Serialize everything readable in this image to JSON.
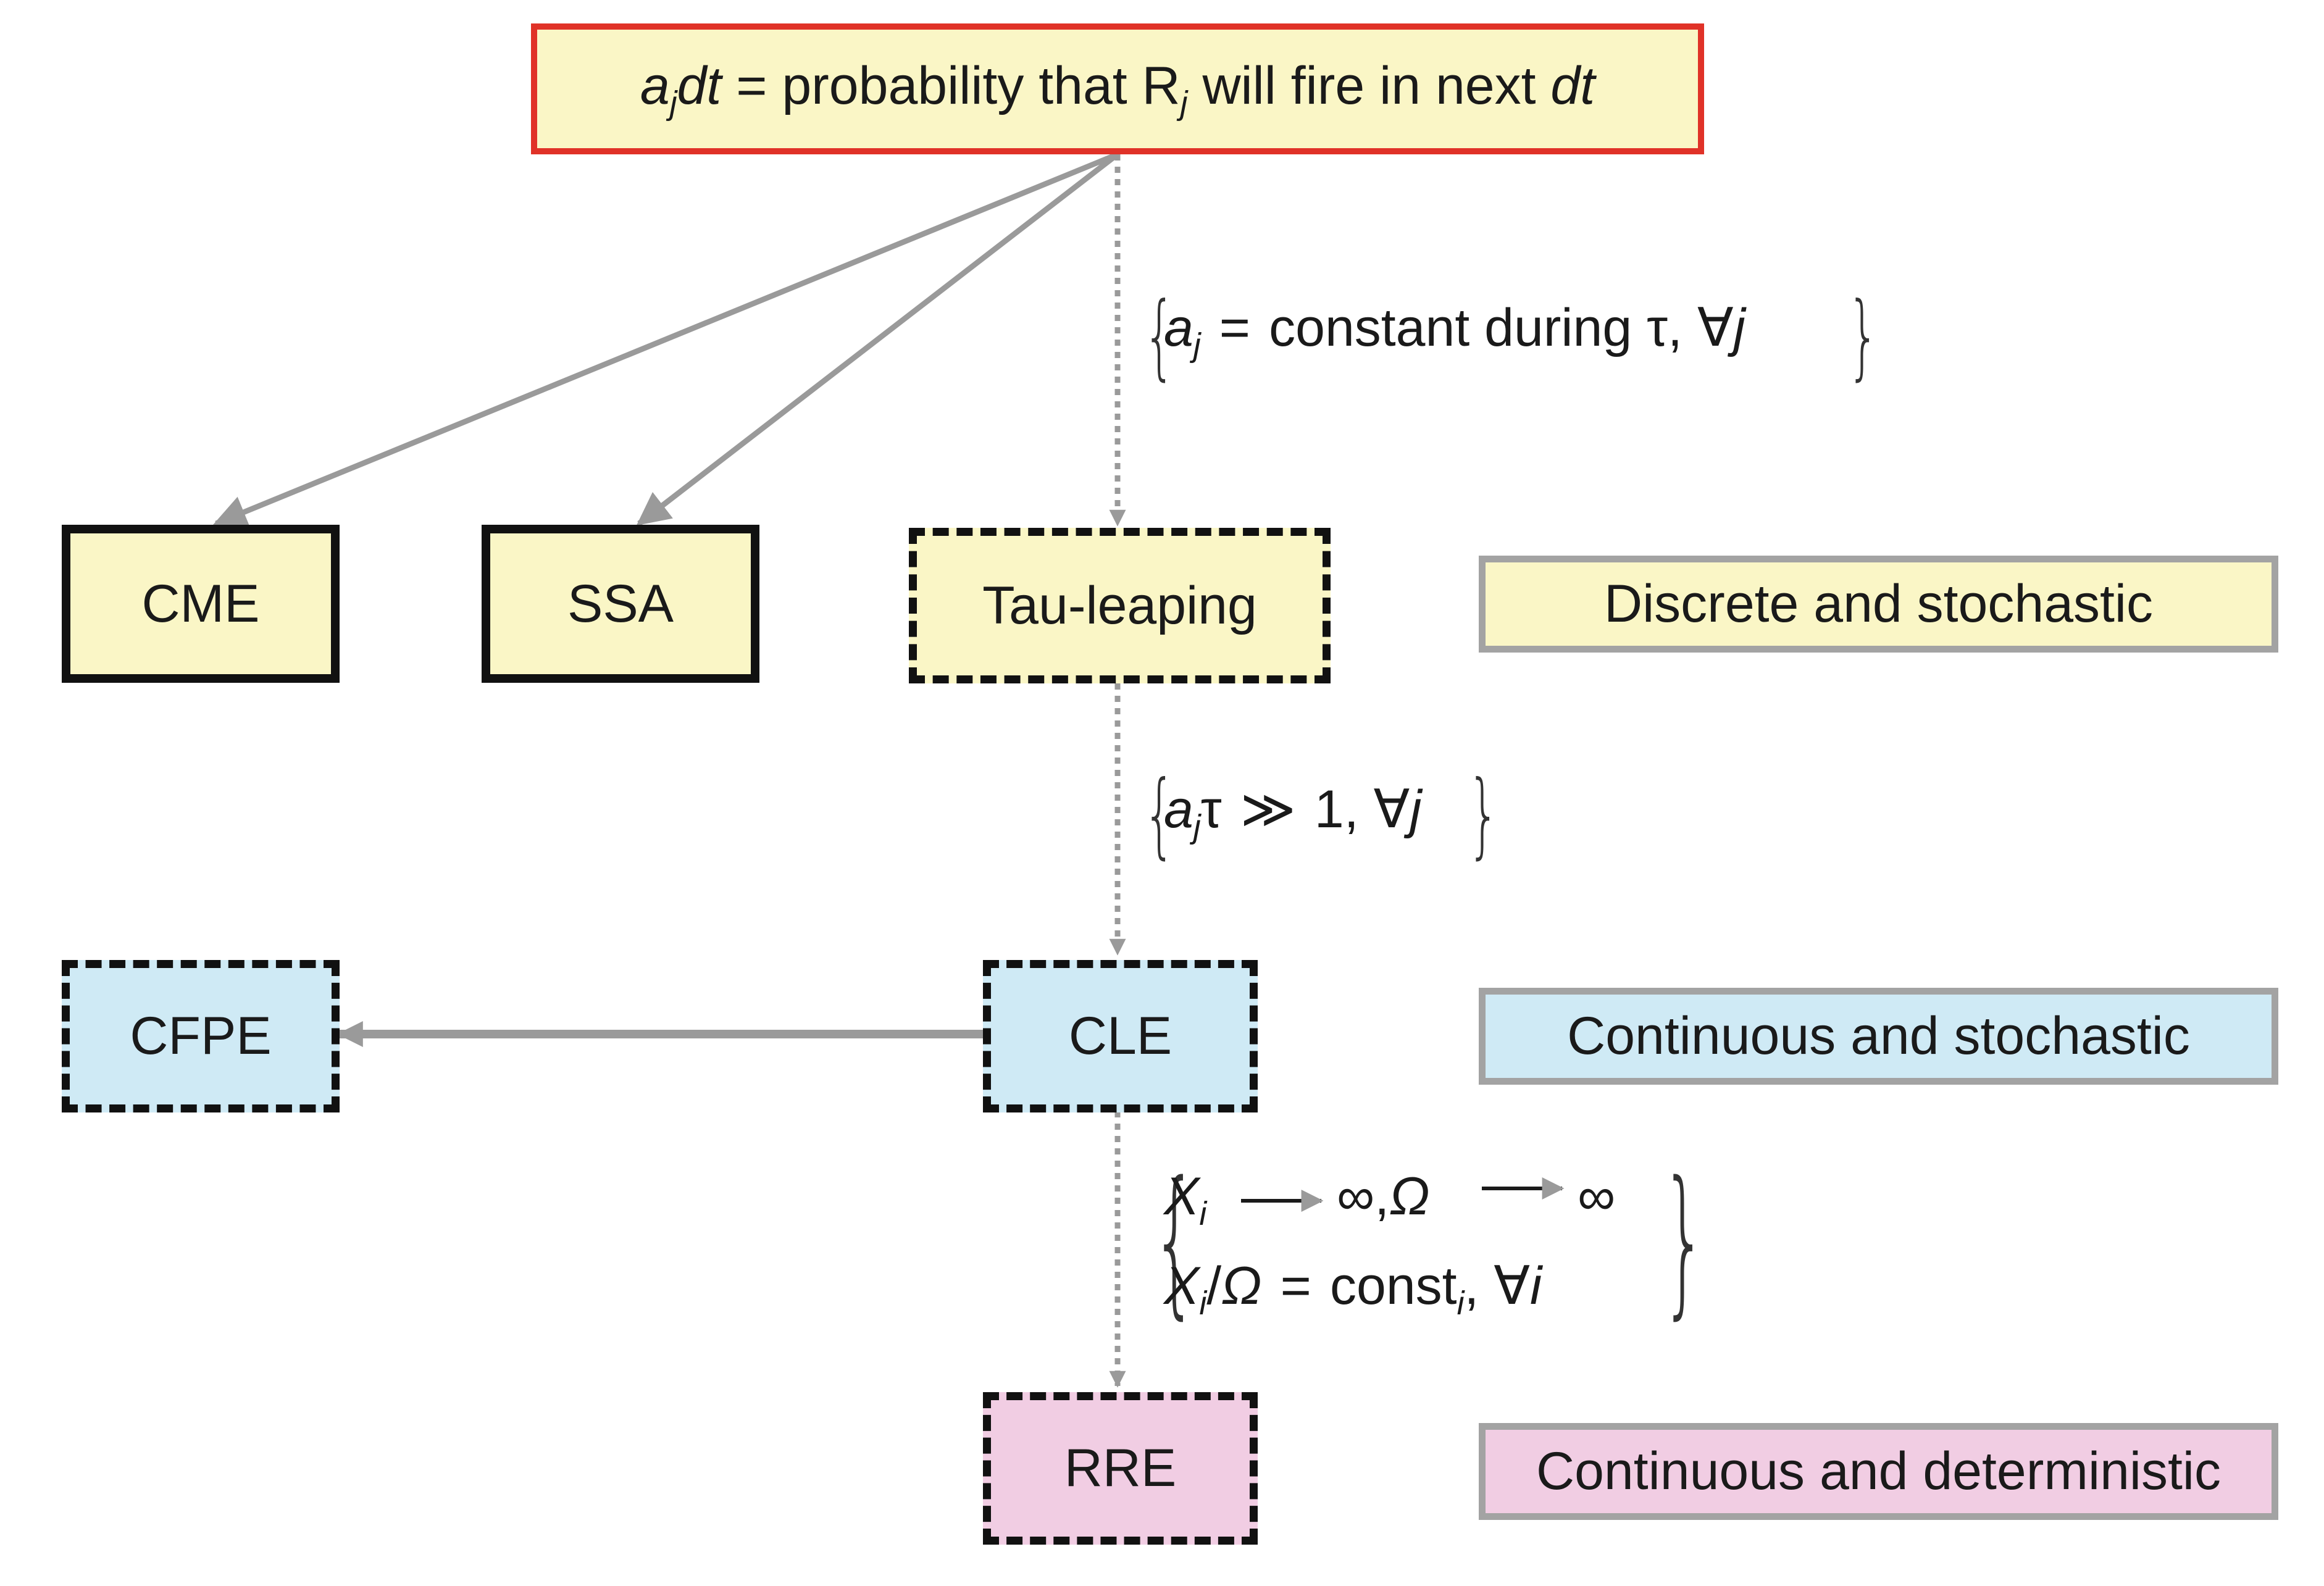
{
  "top": {
    "var": "a",
    "var_sub": "j",
    "dt": "dt",
    "equals": "=",
    "text_before": "probability that R",
    "r_sub": "j",
    "text_after": "will fire in next",
    "dt_end": "dt"
  },
  "nodes": {
    "cme": "CME",
    "ssa": "SSA",
    "tau": "Tau-leaping",
    "cfpe": "CFPE",
    "cle": "CLE",
    "rre": "RRE"
  },
  "legend": {
    "discrete": "Discrete and stochastic",
    "continuous_stochastic": "Continuous and stochastic",
    "continuous_deterministic": "Continuous and deterministic"
  },
  "conditions": {
    "c1": {
      "var": "a",
      "sub": "j",
      "op": "=",
      "text": "constant during τ, ∀",
      "quant": "j"
    },
    "c2": {
      "var": "a",
      "sub": "j",
      "tau": "τ",
      "op": "≫",
      "text": "1, ∀",
      "quant": "j"
    },
    "c3": {
      "line1": {
        "var": "X",
        "sub": "i",
        "inf1": "∞,",
        "omega": "Ω",
        "inf2": "∞"
      },
      "line2": {
        "var": "X",
        "sub": "i",
        "slash": "/",
        "omega": "Ω",
        "op": "=",
        "text": "const",
        "const_sub": "i",
        "tail": ", ∀",
        "quant": "i"
      }
    }
  },
  "colors": {
    "top_border": "#e03228",
    "yellow": "#faf6c6",
    "blue": "#cfeaf5",
    "pink": "#f1cde3",
    "arrow": "#9a9a9a",
    "legend_border": "#a3a3a3"
  }
}
